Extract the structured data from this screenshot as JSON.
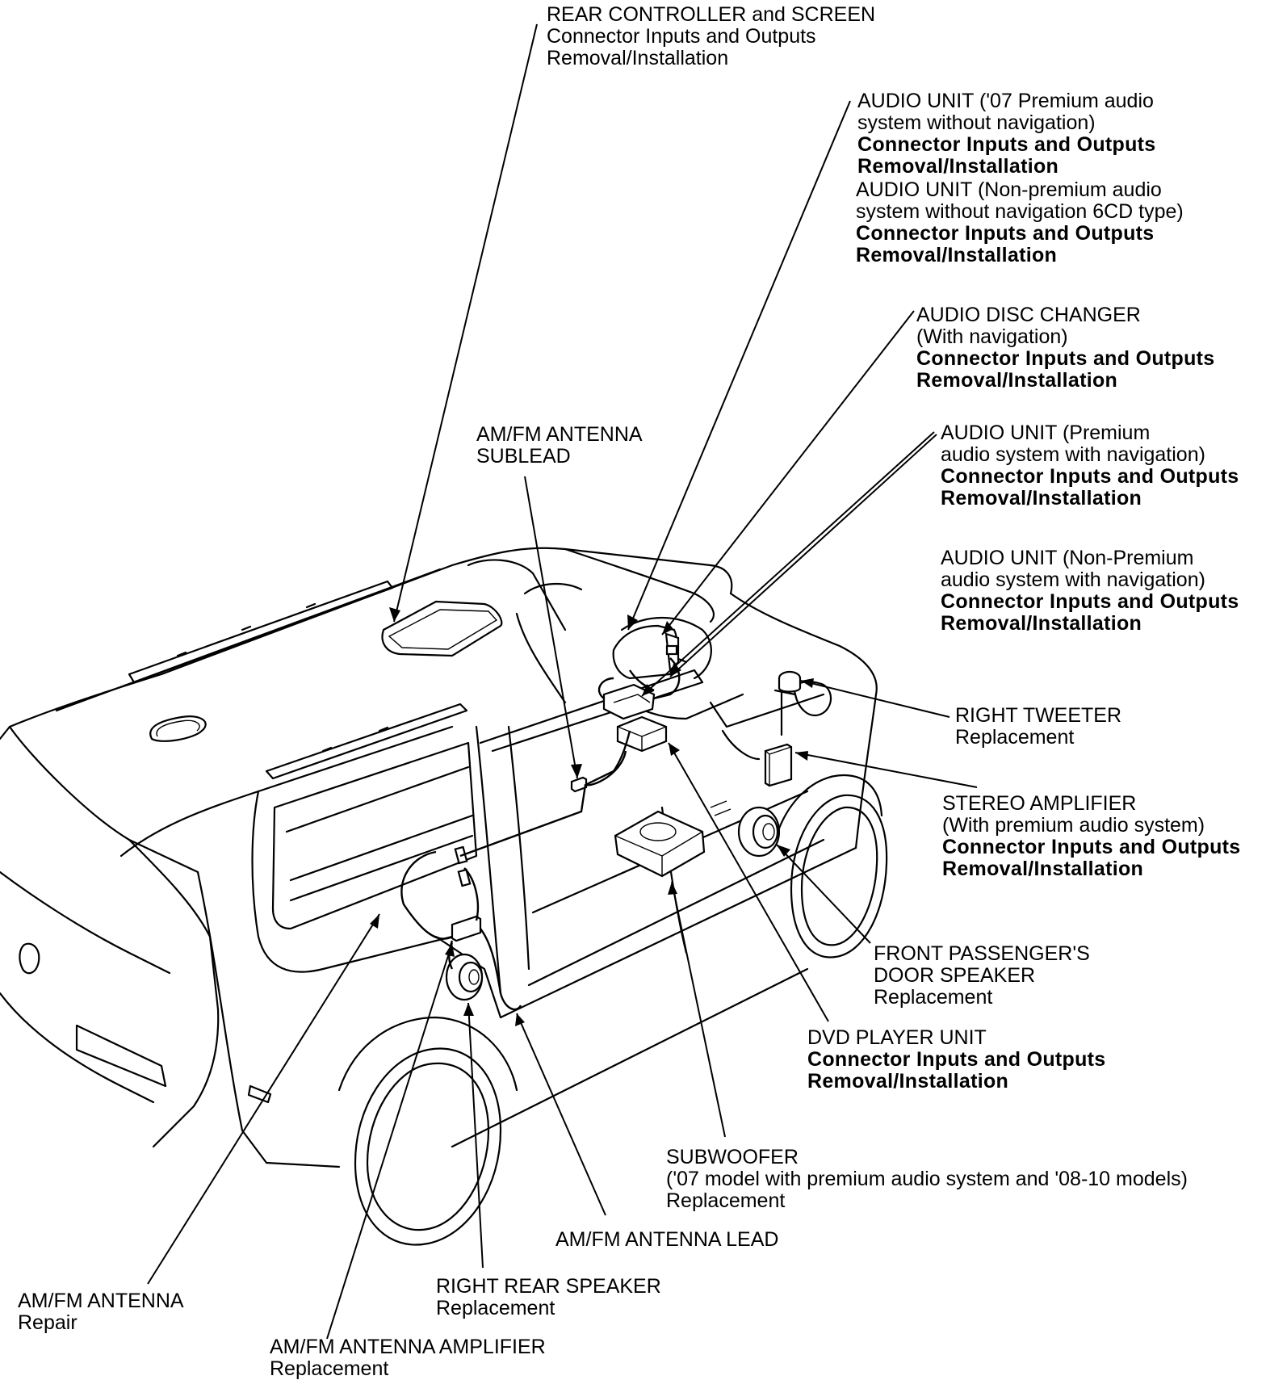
{
  "callouts": [
    {
      "id": "rear-controller",
      "lines": [
        {
          "text": "REAR CONTROLLER and SCREEN",
          "bold": false
        },
        {
          "text": "Connector Inputs and Outputs",
          "bold": false
        },
        {
          "text": "Removal/Installation",
          "bold": false
        }
      ]
    },
    {
      "id": "audio-unit-07-premium",
      "lines": [
        {
          "text": "AUDIO UNIT ('07 Premium audio",
          "bold": false
        },
        {
          "text": "system without navigation)",
          "bold": false
        },
        {
          "text": "Connector Inputs and Outputs",
          "bold": true
        },
        {
          "text": "Removal/Installation",
          "bold": true
        }
      ]
    },
    {
      "id": "audio-unit-non-premium-6cd",
      "lines": [
        {
          "text": "AUDIO UNIT (Non-premium audio",
          "bold": false
        },
        {
          "text": "system without navigation 6CD type)",
          "bold": false
        },
        {
          "text": "Connector Inputs and Outputs",
          "bold": true
        },
        {
          "text": "Removal/Installation",
          "bold": true
        }
      ]
    },
    {
      "id": "audio-disc-changer",
      "lines": [
        {
          "text": "AUDIO DISC CHANGER",
          "bold": false
        },
        {
          "text": "(With navigation)",
          "bold": false
        },
        {
          "text": "Connector Inputs and Outputs",
          "bold": true
        },
        {
          "text": "Removal/Installation",
          "bold": true
        }
      ]
    },
    {
      "id": "antenna-sublead",
      "lines": [
        {
          "text": "AM/FM ANTENNA",
          "bold": false
        },
        {
          "text": "SUBLEAD",
          "bold": false
        }
      ]
    },
    {
      "id": "audio-unit-premium-nav",
      "lines": [
        {
          "text": "AUDIO UNIT (Premium",
          "bold": false
        },
        {
          "text": "audio system with navigation)",
          "bold": false
        },
        {
          "text": "Connector Inputs and Outputs",
          "bold": true
        },
        {
          "text": "Removal/Installation",
          "bold": true
        }
      ]
    },
    {
      "id": "audio-unit-non-premium-nav",
      "lines": [
        {
          "text": "AUDIO UNIT (Non-Premium",
          "bold": false
        },
        {
          "text": "audio system with navigation)",
          "bold": false
        },
        {
          "text": "Connector Inputs and Outputs",
          "bold": true
        },
        {
          "text": "Removal/Installation",
          "bold": true
        }
      ]
    },
    {
      "id": "right-tweeter",
      "lines": [
        {
          "text": "RIGHT TWEETER",
          "bold": false
        },
        {
          "text": "Replacement",
          "bold": false
        }
      ]
    },
    {
      "id": "stereo-amplifier",
      "lines": [
        {
          "text": "STEREO AMPLIFIER",
          "bold": false
        },
        {
          "text": "(With premium audio system)",
          "bold": false
        },
        {
          "text": "Connector Inputs and Outputs",
          "bold": true
        },
        {
          "text": "Removal/Installation",
          "bold": true
        }
      ]
    },
    {
      "id": "front-passenger-door-speaker",
      "lines": [
        {
          "text": "FRONT PASSENGER'S",
          "bold": false
        },
        {
          "text": "DOOR SPEAKER",
          "bold": false
        },
        {
          "text": "Replacement",
          "bold": false
        }
      ]
    },
    {
      "id": "dvd-player-unit",
      "lines": [
        {
          "text": "DVD PLAYER UNIT",
          "bold": false
        },
        {
          "text": "Connector Inputs and Outputs",
          "bold": true
        },
        {
          "text": "Removal/Installation",
          "bold": true
        }
      ]
    },
    {
      "id": "subwoofer",
      "lines": [
        {
          "text": "SUBWOOFER",
          "bold": false
        },
        {
          "text": "('07 model with premium audio system and '08-10 models)",
          "bold": false
        },
        {
          "text": "Replacement",
          "bold": false
        }
      ]
    },
    {
      "id": "antenna-lead",
      "lines": [
        {
          "text": "AM/FM ANTENNA LEAD",
          "bold": false
        }
      ]
    },
    {
      "id": "right-rear-speaker",
      "lines": [
        {
          "text": "RIGHT REAR SPEAKER",
          "bold": false
        },
        {
          "text": "Replacement",
          "bold": false
        }
      ]
    },
    {
      "id": "antenna",
      "lines": [
        {
          "text": "AM/FM ANTENNA",
          "bold": false
        },
        {
          "text": "Repair",
          "bold": false
        }
      ]
    },
    {
      "id": "antenna-amplifier",
      "lines": [
        {
          "text": "AM/FM ANTENNA AMPLIFIER",
          "bold": false
        },
        {
          "text": "Replacement",
          "bold": false
        }
      ]
    }
  ]
}
